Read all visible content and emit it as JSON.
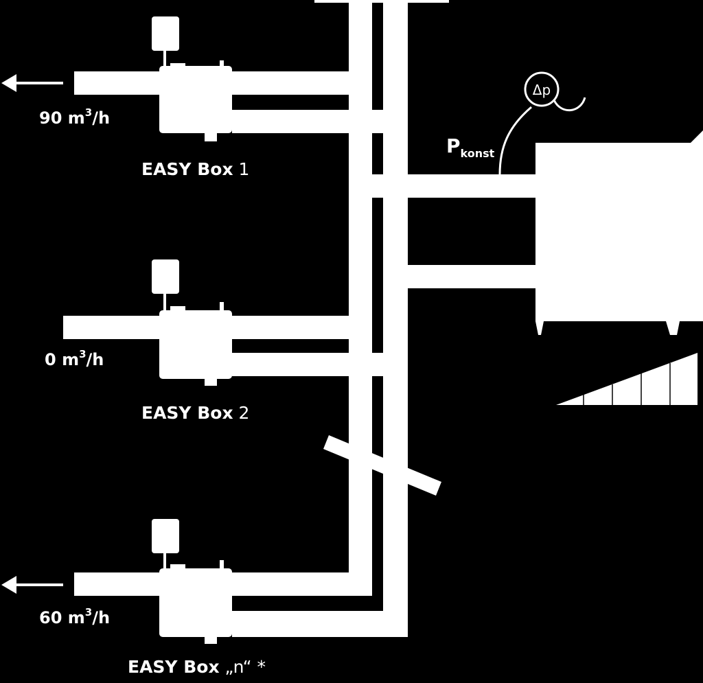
{
  "colors": {
    "background": "#000000",
    "foreground": "#ffffff"
  },
  "boxes": [
    {
      "flow_value": "90",
      "flow_unit_m": "m",
      "flow_unit_exp": "3",
      "flow_unit_rest": "/h",
      "name_bold": "EASY Box",
      "name_light": "1",
      "has_arrow": true
    },
    {
      "flow_value": "0",
      "flow_unit_m": "m",
      "flow_unit_exp": "3",
      "flow_unit_rest": "/h",
      "name_bold": "EASY Box",
      "name_light": "2",
      "has_arrow": false
    },
    {
      "flow_value": "60",
      "flow_unit_m": "m",
      "flow_unit_exp": "3",
      "flow_unit_rest": "/h",
      "name_bold": "EASY Box",
      "name_light": "„n“ *",
      "has_arrow": true
    }
  ],
  "sensor": {
    "delta_p": "Δp",
    "p_main": "P",
    "p_sub": "konst"
  },
  "icons": [
    "arrow-left-icon",
    "control-box-icon",
    "pressure-sensor-icon",
    "fan-unit-icon",
    "ramp-indicator-icon",
    "break-line-icon"
  ]
}
